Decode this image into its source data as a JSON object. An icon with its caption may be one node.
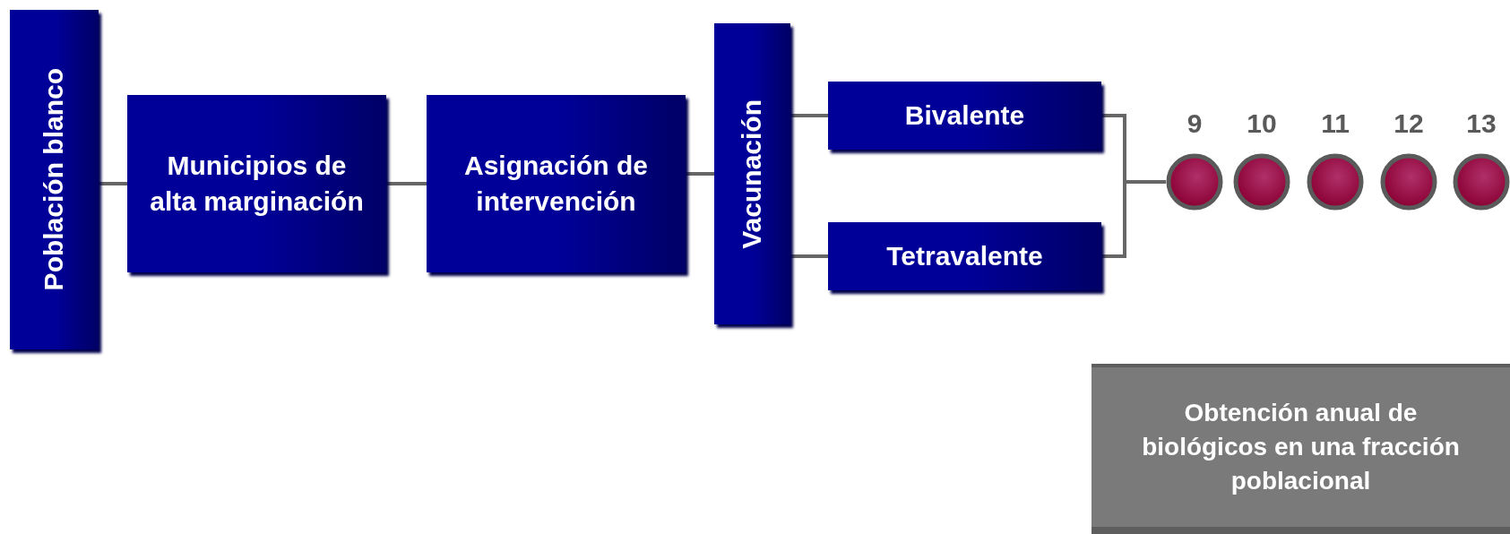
{
  "diagram": {
    "nodes": [
      {
        "text": [
          "Población blanco"
        ]
      },
      {
        "text": [
          "Municipios de alta marginación"
        ]
      },
      {
        "text": [
          "Asignación de intervención"
        ]
      },
      {
        "text": [
          "Vacunación"
        ]
      },
      {
        "text": [
          "Bivalente"
        ]
      },
      {
        "text": [
          "Tetravalente"
        ]
      },
      {
        "text": [],
        "shape": "circle",
        "beside": [
          "9"
        ]
      },
      {
        "text": [],
        "shape": "circle",
        "beside": [
          "10"
        ]
      },
      {
        "text": [],
        "shape": "circle",
        "beside": [
          "11"
        ]
      },
      {
        "text": [],
        "shape": "circle",
        "beside": [
          "12"
        ]
      },
      {
        "text": [],
        "shape": "circle",
        "beside": [
          "13"
        ]
      },
      {
        "text": [
          "Obtención anual de biológicos en una fracción poblacional"
        ]
      }
    ],
    "edges": [
      {
        "from": 0,
        "to": 1,
        "arrow": "none"
      },
      {
        "from": 1,
        "to": 2,
        "arrow": "none"
      },
      {
        "from": 2,
        "to": 3,
        "arrow": "none"
      },
      {
        "from": 3,
        "to": 4,
        "arrow": "none"
      },
      {
        "from": 3,
        "to": 5,
        "arrow": "none"
      },
      {
        "from": 4,
        "to": 6,
        "arrow": "none"
      },
      {
        "from": 5,
        "to": 6,
        "arrow": "none"
      }
    ]
  }
}
